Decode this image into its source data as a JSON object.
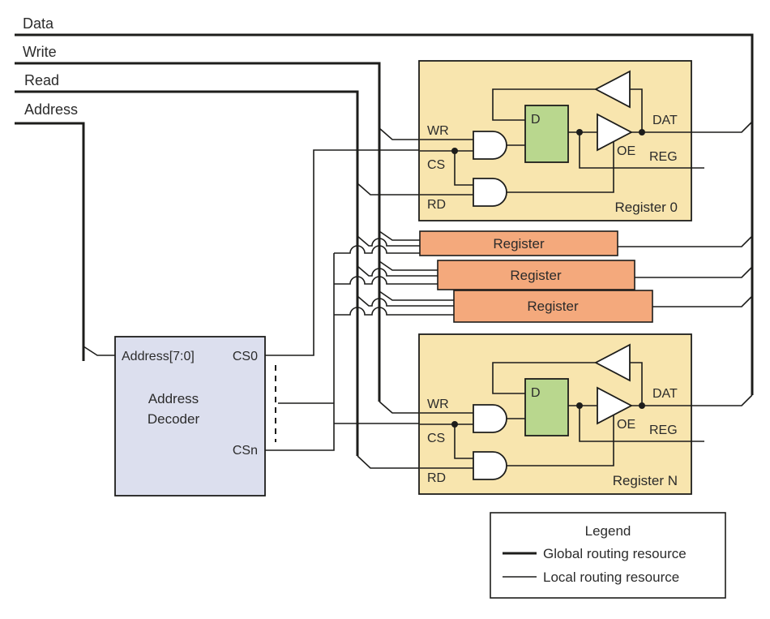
{
  "colors": {
    "background": "#ffffff",
    "line": "#1d1d1b",
    "register_fill": "#f8e5ae",
    "middle_register_fill": "#f4a97c",
    "flipflop_fill": "#b9d78e",
    "decoder_fill": "#dcdfee",
    "gate_fill": "#ffffff"
  },
  "buses": {
    "data": "Data",
    "write": "Write",
    "read": "Read",
    "address": "Address"
  },
  "decoder": {
    "input_label": "Address[7:0]",
    "cs0_label": "CS0",
    "csn_label": "CSn",
    "name_line1": "Address",
    "name_line2": "Decoder"
  },
  "register_cell": {
    "wr": "WR",
    "cs": "CS",
    "rd": "RD",
    "dat": "DAT",
    "reg": "REG",
    "oe": "OE",
    "d": "D"
  },
  "registers": {
    "first_title": "Register 0",
    "last_title": "Register N",
    "middle_title": "Register"
  },
  "legend": {
    "title": "Legend",
    "global_label": "Global routing resource",
    "local_label": "Local routing resource"
  }
}
